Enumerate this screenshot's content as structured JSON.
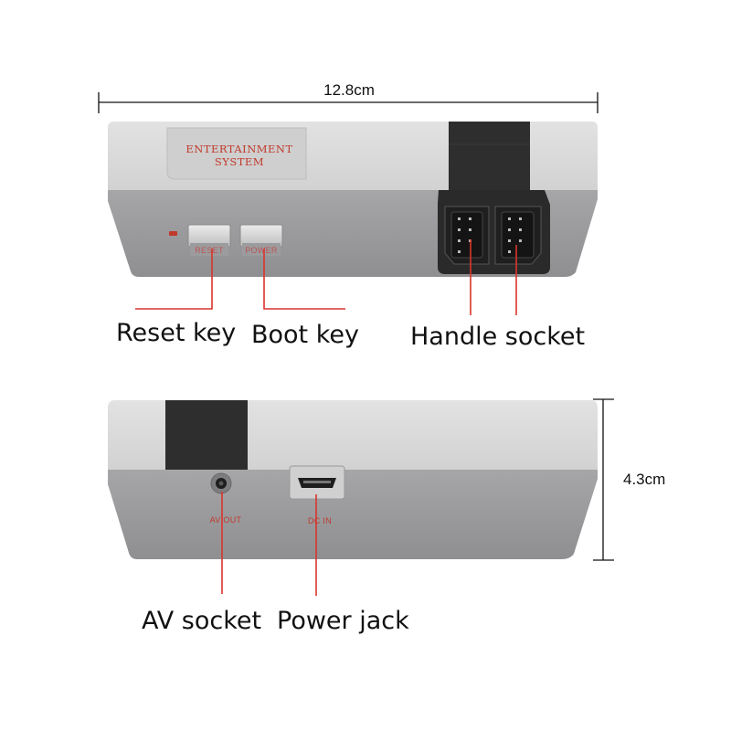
{
  "dimensions": {
    "width_label": "12.8cm",
    "height_label": "4.3cm"
  },
  "front_panel": {
    "title_line1": "ENTERTAINMENT",
    "title_line2": "SYSTEM",
    "reset_button_label": "RESET",
    "power_button_label": "POWER"
  },
  "back_panel": {
    "av_port_label": "AV OUT",
    "dc_port_label": "DC IN"
  },
  "callouts": {
    "reset_key": "Reset key",
    "boot_key": "Boot key",
    "handle_socket": "Handle socket",
    "av_socket": "AV socket",
    "power_jack": "Power jack"
  },
  "colors": {
    "body_light": "#d6d6d6",
    "body_dark": "#9a9a9c",
    "black_band": "#2e2e2e",
    "accent_red": "#c0392b",
    "callout_line": "#d9342b"
  }
}
